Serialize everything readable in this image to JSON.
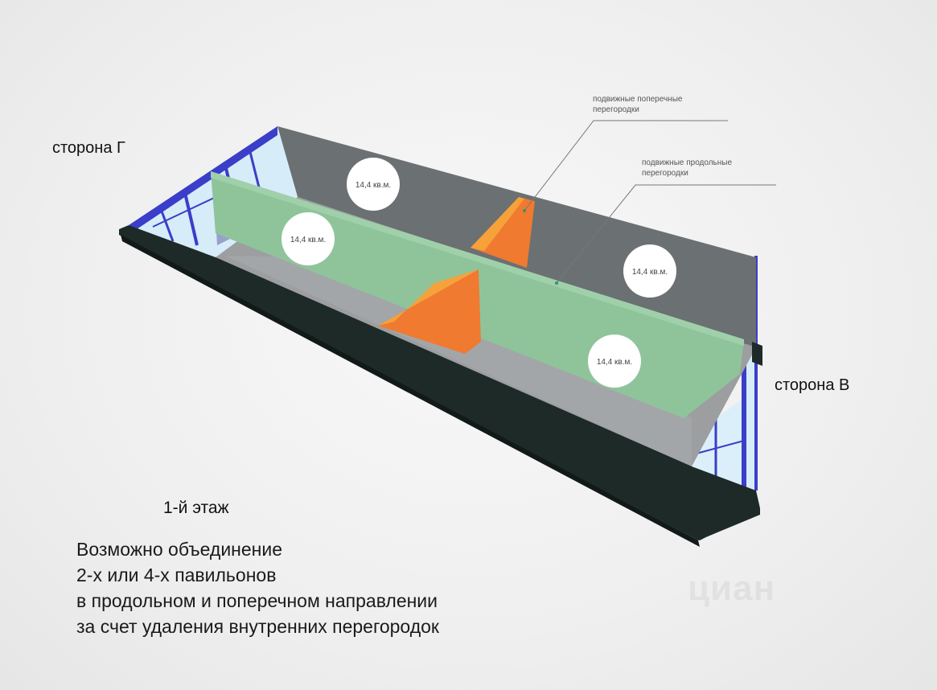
{
  "labels": {
    "side_g": "сторона Г",
    "side_v": "сторона В",
    "floor": "1-й этаж"
  },
  "callouts": {
    "transverse_line1": "подвижные поперечные",
    "transverse_line2": "перегородки",
    "longitudinal_line1": "подвижные продольные",
    "longitudinal_line2": "перегородки"
  },
  "areas": [
    "14,4 кв.м.",
    "14,4 кв.м.",
    "14,4 кв.м.",
    "14,4 кв.м."
  ],
  "description": [
    "Возможно объединение",
    "2-х или 4-х  павильонов",
    "в продольном  и поперечном направлении",
    "за счет удаления внутренних перегородок"
  ],
  "watermark": "циан",
  "colors": {
    "outer_wall": "#1e2a28",
    "back_wall": "#6b7072",
    "floor": "#9c9ea0",
    "longitudinal_partition": "#8fc49b",
    "transverse_partition": "#f07a30",
    "window_frame": "#3a3ec8",
    "window_glass": "#d6ecf8"
  }
}
